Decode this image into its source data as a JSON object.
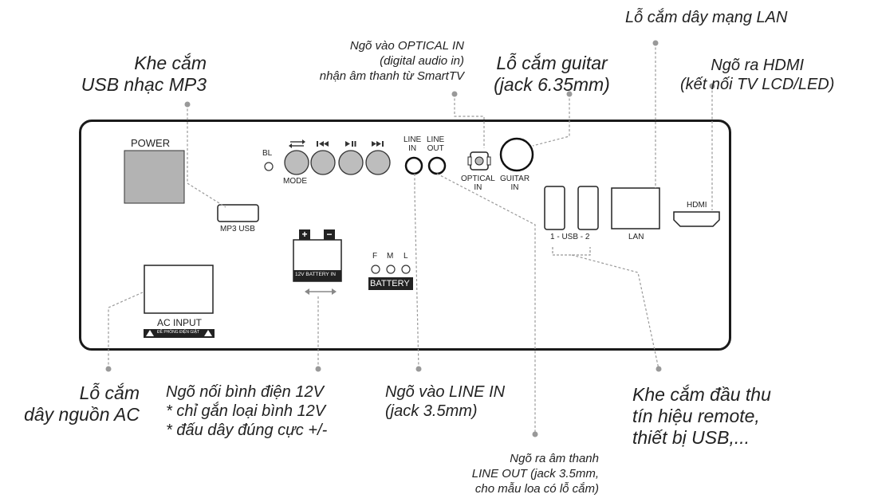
{
  "panel": {
    "power_label": "POWER",
    "bl_label": "BL",
    "mode_label": "MODE",
    "mp3usb_label": "MP3 USB",
    "line_in_label": [
      "LINE",
      "IN"
    ],
    "line_out_label": [
      "LINE",
      "OUT"
    ],
    "optical_label": [
      "OPTICAL",
      "IN"
    ],
    "guitar_label": [
      "GUITAR",
      "IN"
    ],
    "usb_label": "1 - USB - 2",
    "lan_label": "LAN",
    "hdmi_label": "HDMI",
    "battery_in_label": "12V BATTERY IN",
    "battery_label": "BATTERY",
    "battery_levels": [
      "F",
      "M",
      "L"
    ],
    "ac_input_label": "AC INPUT",
    "ac_warning": "ĐỀ PHÒNG ĐIỆN GIẬT",
    "plus_sign": "+",
    "minus_sign": "−"
  },
  "callouts": {
    "mp3_usb": [
      "Khe cắm",
      "USB nhạc MP3"
    ],
    "optical": [
      "Ngõ vào OPTICAL IN",
      "(digital audio in)",
      "nhận âm thanh từ SmartTV"
    ],
    "guitar": [
      "Lỗ cắm guitar",
      "(jack 6.35mm)"
    ],
    "lan": [
      "Lỗ cắm dây mạng LAN"
    ],
    "hdmi": [
      "Ngõ ra HDMI",
      "(kết nối TV LCD/LED)"
    ],
    "ac": [
      "Lỗ cắm",
      "dây nguồn AC"
    ],
    "battery": [
      "Ngõ nối bình điện 12V",
      "* chỉ gắn loại bình 12V",
      "* đấu dây đúng cực +/-"
    ],
    "line_in": [
      "Ngõ vào LINE IN",
      "(jack 3.5mm)"
    ],
    "remote": [
      "Khe cắm đầu thu",
      "tín hiệu remote,",
      "thiết bị USB,..."
    ],
    "line_out": [
      "Ngõ ra âm thanh",
      "LINE OUT (jack 3.5mm,",
      "cho mẫu loa có lỗ cắm)"
    ]
  }
}
